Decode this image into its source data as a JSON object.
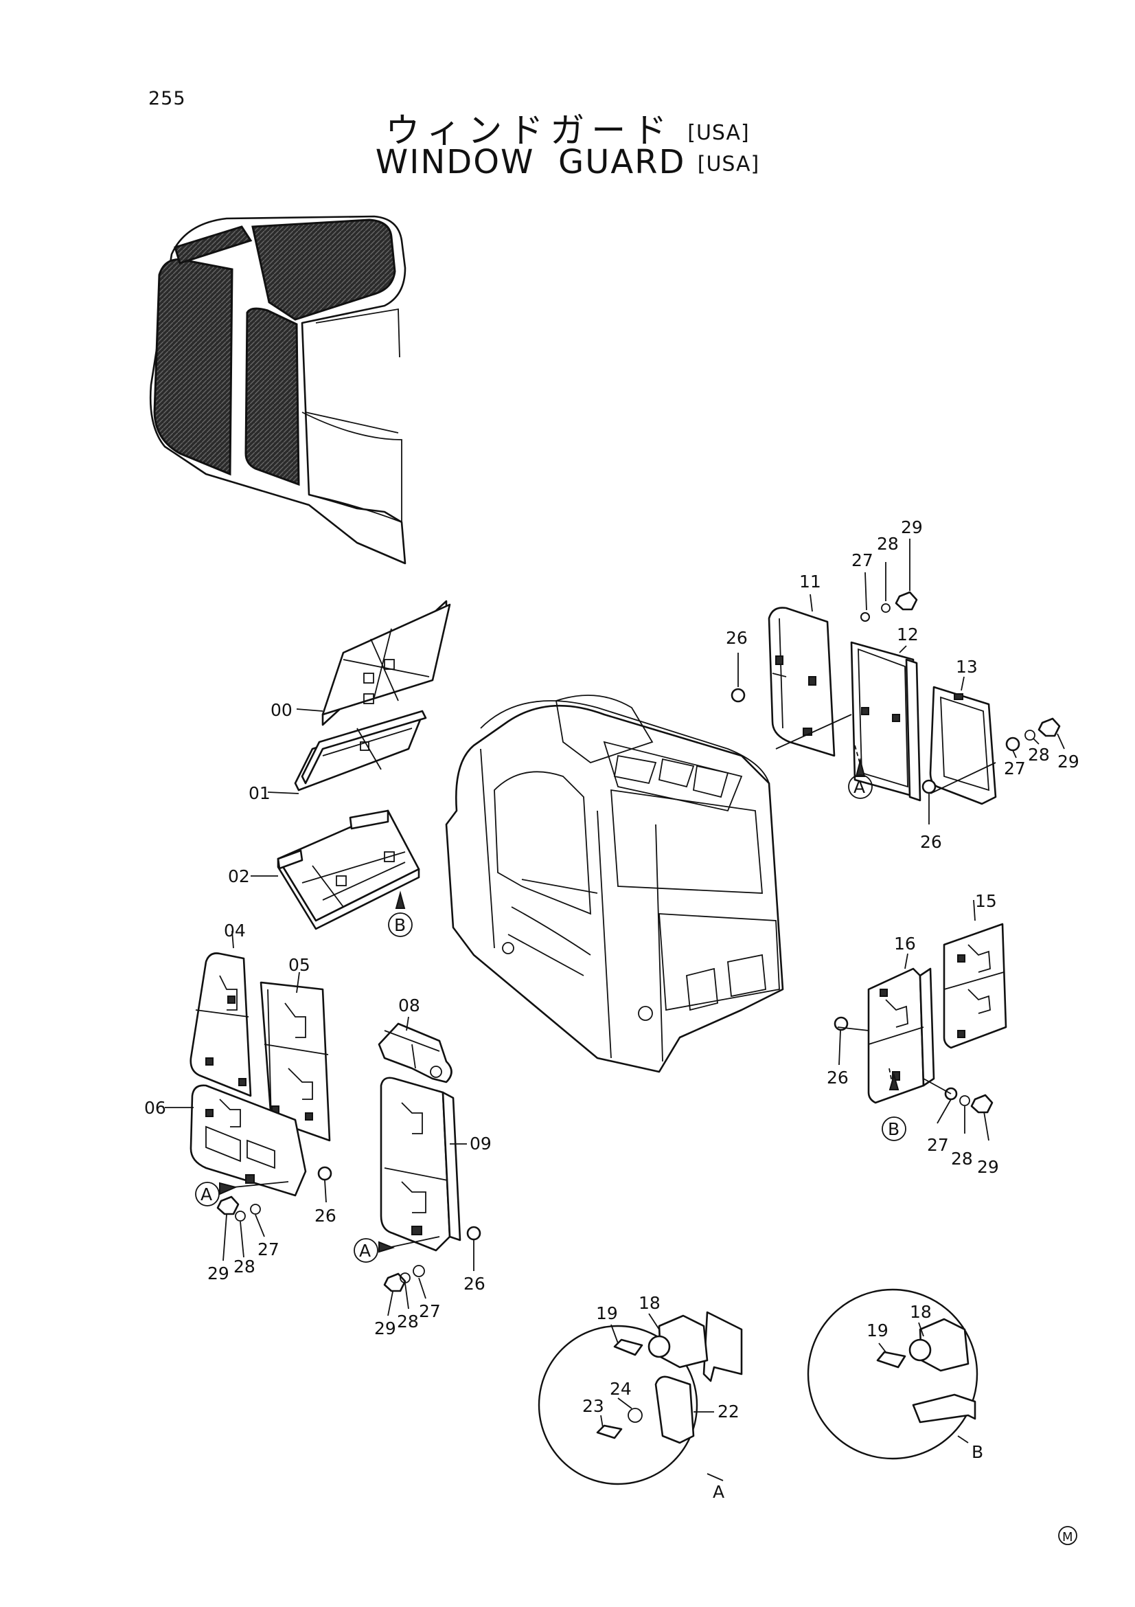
{
  "header": {
    "page_number": "255",
    "title_jp": "ウィンドガード",
    "title_en": "WINDOW  GUARD",
    "region_tag": "[USA]"
  },
  "callouts": {
    "p00": "00",
    "p01": "01",
    "p02": "02",
    "p04": "04",
    "p05": "05",
    "p06": "06",
    "p08": "08",
    "p09": "09",
    "p11": "11",
    "p12": "12",
    "p13": "13",
    "p15": "15",
    "p16": "16",
    "p18": "18",
    "p19": "19",
    "p22": "22",
    "p23": "23",
    "p24": "24",
    "p26": "26",
    "p27": "27",
    "p28": "28",
    "p29": "29"
  },
  "refs": {
    "a": "A",
    "b": "B"
  },
  "mark": "M"
}
